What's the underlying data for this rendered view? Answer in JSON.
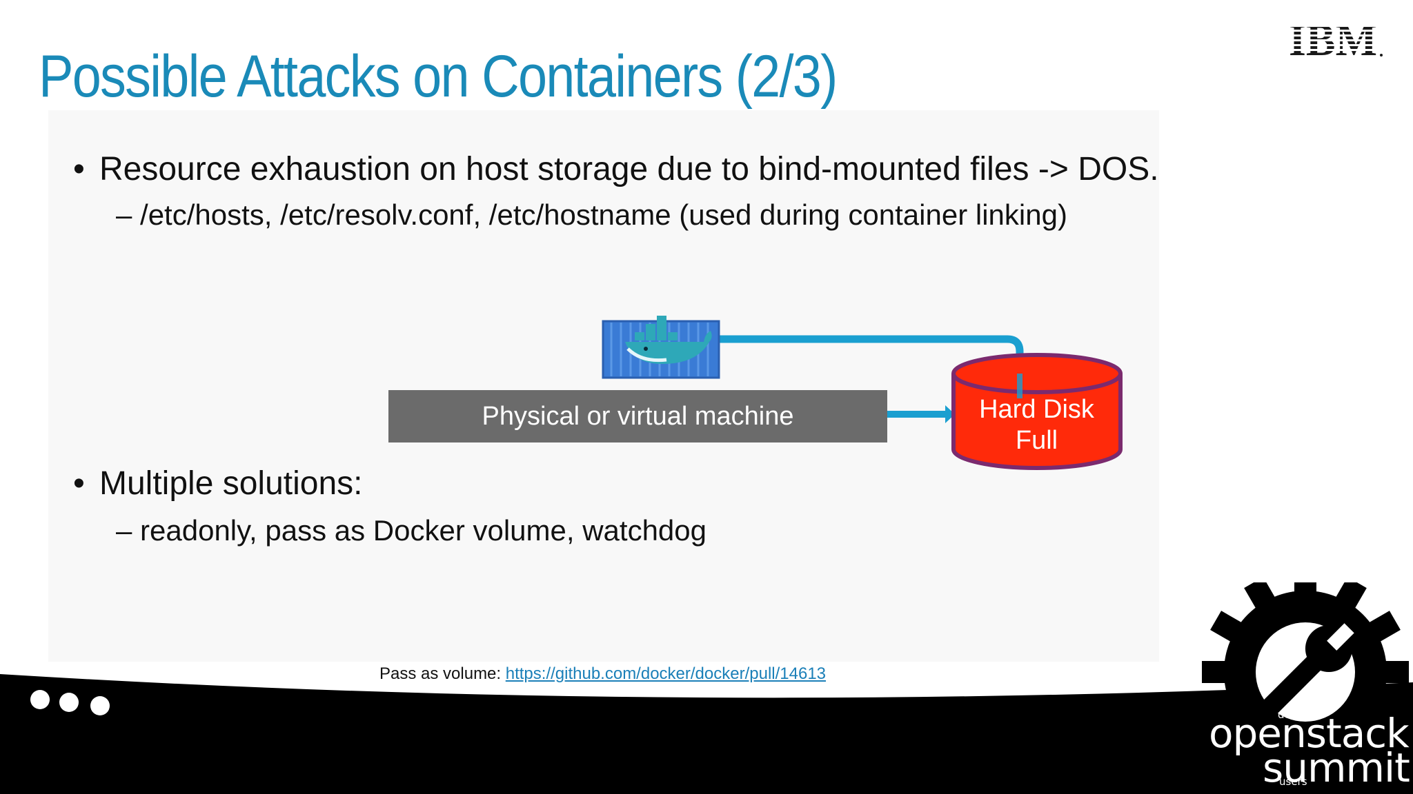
{
  "slide": {
    "title": "Possible Attacks on Containers (2/3)",
    "brand": "IBM",
    "bullets": [
      {
        "text": "Resource exhaustion on host storage due to bind-mounted files ->  DOS.",
        "sub": "– /etc/hosts, /etc/resolv.conf, /etc/hostname (used during container linking)"
      },
      {
        "text": "Multiple solutions:",
        "sub": "– readonly, pass as Docker volume, watchdog"
      }
    ],
    "bullet_symbol": "•",
    "diagram": {
      "machine_label": "Physical or virtual machine",
      "disk_label_line1": "Hard Disk",
      "disk_label_line2": "Full",
      "container_icon": "docker-container-icon"
    },
    "footnote": {
      "label": "Pass as volume: ",
      "link": "https://github.com/docker/docker/pull/14613"
    },
    "summit": {
      "word1": "openstack",
      "word2": "summit",
      "top_small": "devs",
      "bottom_small": "users"
    },
    "colors": {
      "title": "#1a8ab8",
      "arrow": "#1a9fd0",
      "disk_fill": "#ff2a0a",
      "disk_stroke": "#7b2a6e",
      "machine_box": "#6b6b6b"
    }
  }
}
